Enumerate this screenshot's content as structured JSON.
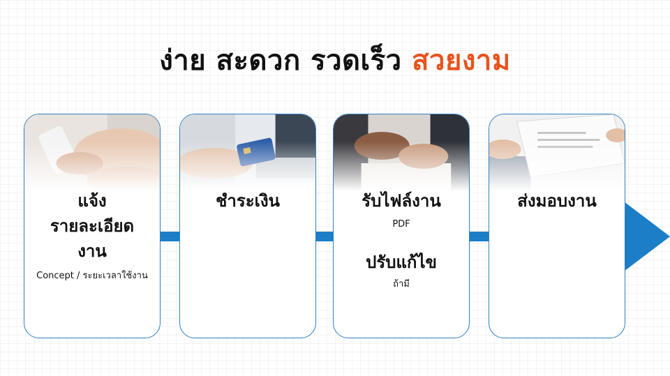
{
  "headline": {
    "text": "ง่าย สะดวก รวดเร็ว",
    "accent": "สวยงาม"
  },
  "colors": {
    "accent": "#e8531c",
    "flow": "#1b7ec7",
    "card_border": "#2f7fc2"
  },
  "steps": [
    {
      "title": "แจ้ง\nรายละเอียด\nงาน",
      "subtitle": "Concept / ระยะเวลาใช้งาน",
      "photo": "hand-phone-photo"
    },
    {
      "title": "ชำระเงิน",
      "photo": "credit-card-laptop-photo"
    },
    {
      "title": "รับไฟล์งาน",
      "subtitle": "PDF",
      "title2": "ปรับแก้ไข",
      "subtitle2": "ถ้ามี",
      "photo": "handshake-photo"
    },
    {
      "title": "ส่งมอบงาน",
      "photo": "document-handover-photo"
    }
  ]
}
